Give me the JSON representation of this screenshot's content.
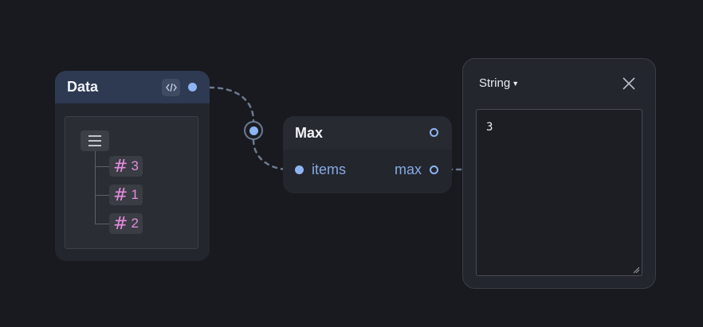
{
  "data_node": {
    "title": "Data",
    "code_button_icon": "code-brackets-icon",
    "list_icon": "list-icon",
    "items": [
      {
        "type_icon": "#",
        "value": "3"
      },
      {
        "type_icon": "#",
        "value": "1"
      },
      {
        "type_icon": "#",
        "value": "2"
      }
    ]
  },
  "max_node": {
    "title": "Max",
    "input_label": "items",
    "output_label": "max"
  },
  "string_panel": {
    "type_label": "String",
    "value": "3",
    "close_icon": "close-icon"
  },
  "colors": {
    "background": "#181a1f",
    "node_bg": "#23262d",
    "data_header": "#2d3a52",
    "port_accent": "#8eb4f3",
    "number_pink": "#e58cdd",
    "wire": "#6d7a90"
  }
}
